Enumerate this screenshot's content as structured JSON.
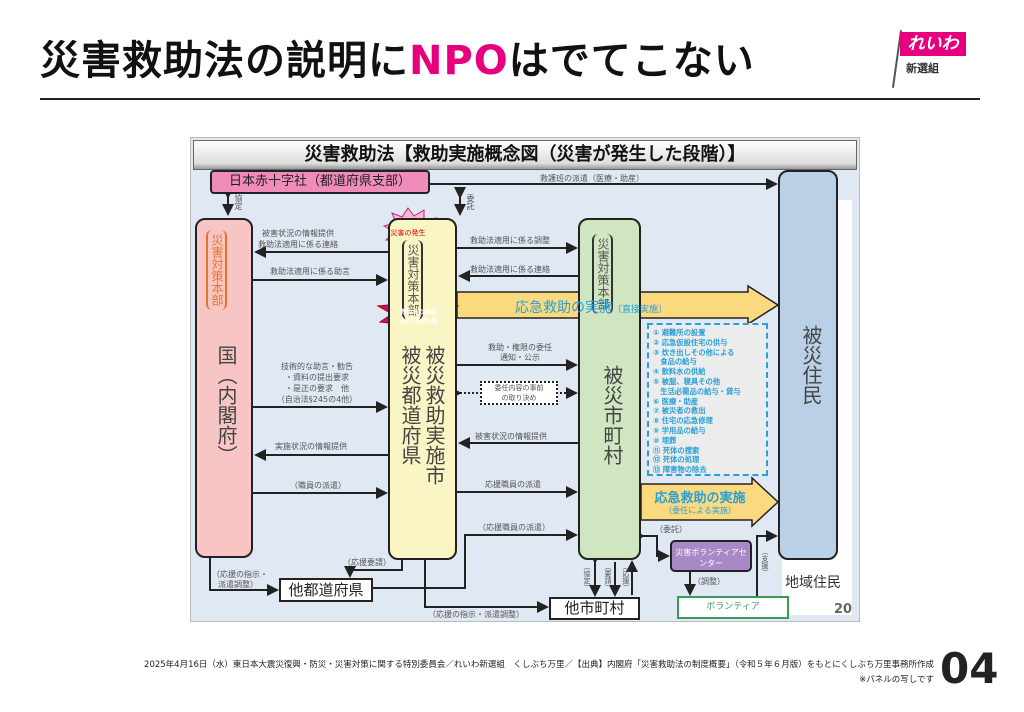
{
  "header": {
    "title_pre": "災害救助法の説明に",
    "title_npo": "NPO",
    "title_post": "はでてこない",
    "logo_text": "れいわ",
    "logo_sub": "新選組"
  },
  "diagram": {
    "title": "災害救助法【救助実施概念図（災害が発生した段階）】",
    "boxes": {
      "red_cross": "日本赤十字社（都道府県支部）",
      "national": "国（内閣府）",
      "national_hq": "災害対策本部",
      "pref_hq": "災害対策本部",
      "muni_hq": "災害対策本部",
      "pref_main": "被災救助実施市",
      "pref_sub": "被災都道府県",
      "municipality": "被災市町村",
      "residents": "被災住民",
      "local_residents": "地域住民",
      "other_pref": "他都道府県",
      "other_muni": "他市町村",
      "vol_center": "災害ボランティアセンター",
      "volunteer": "ボランティア"
    },
    "bursts": {
      "disaster": "災害の発生",
      "apply_line1": "救助法の適用",
      "apply_line2": "法第2条第1項"
    },
    "arrows": {
      "rescue_team": "救護班の派遣（医療・助産）",
      "agreement": "協定",
      "entrust": "委託",
      "to_national_1": "被害状況の情報提供",
      "to_national_2": "救助法適用に係る連絡",
      "advice": "救助法適用に係る助言",
      "adjust": "救助法適用に係る調整",
      "contact": "救助法適用に係る連絡",
      "tech_1": "技術的な助言・勧告",
      "tech_2": "・資料の提出要求",
      "tech_3": "・是正の要求　他",
      "tech_4": "（自治法§245の4他）",
      "impl_info": "実施状況の情報提供",
      "staff_dispatch": "（職員の派遣）",
      "delegate_1": "救助・権限の委任",
      "delegate_2": "通知・公示",
      "prior_1": "委任内容の事前",
      "prior_2": "の取り決め",
      "damage_info": "被害状況の情報提供",
      "support_staff": "応援職員の派遣",
      "support_staff_paren": "（応援職員の派遣）",
      "support_request": "（応援要請）",
      "instruct_1": "（応援の指示・",
      "instruct_2": "派遣調整）",
      "instruct_bottom": "（応援の指示・派遣調整）",
      "muni_agreement": "（協定）",
      "muni_request": "（要請）",
      "muni_support": "（応援）",
      "commission": "（委託）",
      "coordination": "（調整）",
      "assist": "（支援）"
    },
    "direct": {
      "title": "応急救助の実施",
      "sub": "〔直接実施〕"
    },
    "delegated": {
      "title": "応急救助の実施",
      "sub": "〔委任による実施〕"
    },
    "relief_list": [
      "① 避難所の設置",
      "② 応急仮設住宅の供与",
      "③ 炊き出しその他による",
      "　食品の給与",
      "④ 飲料水の供給",
      "⑤ 被服、寝具その他",
      "　生活必需品の給与・貸与",
      "⑥ 医療・助産",
      "⑦ 被災者の救出",
      "⑧ 住宅の応急修理",
      "⑨ 学用品の給与",
      "⑩ 埋葬",
      "⑪ 死体の捜索",
      "⑫ 死体の処理",
      "⑬ 障害物の除去"
    ],
    "panel_number": "20"
  },
  "footer": {
    "source": "2025年4月16日（水）東日本大震災復興・防災・災害対策に関する特別委員会／れいわ新選組　くしぶち万里／【出典】内閣府「災害救助法の制度概要」（令和５年６月版）をもとにくしぶち万里事務所作成",
    "note": "※パネルの写しです",
    "page": "04"
  },
  "colors": {
    "npo": "#e6007e",
    "national": "#f7c6c4",
    "pref": "#faf5c4",
    "muni": "#cfe6c0",
    "residents": "#b9d0e6",
    "arrow": "#fbd97f",
    "list": "#28a0d8"
  }
}
